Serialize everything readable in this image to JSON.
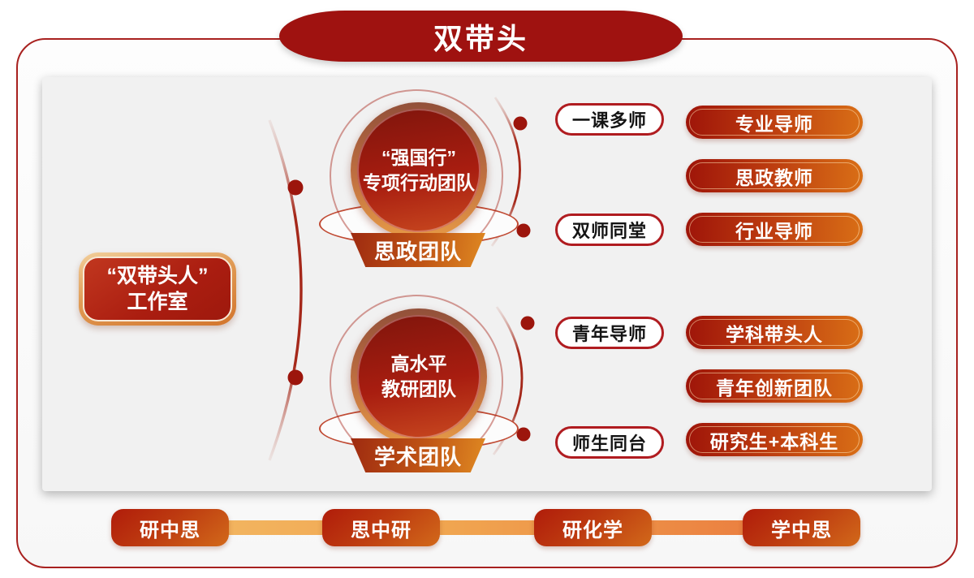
{
  "header": {
    "title": "双带头"
  },
  "studio": {
    "line1": "“双带头人”",
    "line2": "工作室"
  },
  "teams": [
    {
      "name_line1": "“强国行”",
      "name_line2": "专项行动团队",
      "tag": "思政团队"
    },
    {
      "name_line1": "高水平",
      "name_line2": "教研团队",
      "tag": "学术团队"
    }
  ],
  "modes": [
    "一课多师",
    "双师同堂",
    "青年导师",
    "师生同台"
  ],
  "roles": [
    "专业导师",
    "思政教师",
    "行业导师",
    "学科带头人",
    "青年创新团队",
    "研究生+本科生"
  ],
  "flow": [
    "研中思",
    "思中研",
    "研化学",
    "学中思"
  ],
  "colors": {
    "banner_red": "#9f1210",
    "card_border_red": "#a8211f",
    "circle_deep_red": "#a81d10",
    "ring_copper": "#c07040",
    "ring_orange": "#e69a47",
    "tag_orange": "#d2691a",
    "pill_border_red": "#b01c20",
    "role_pill_red": "#9e1409",
    "role_pill_orange": "#d96f16",
    "flow_line_amber": "#f3b863",
    "flow_line_orange": "#ea7a3e",
    "arc_red": "#a5281a",
    "panel_gray": "#f1f1f1",
    "studio_gold": "#e09a54"
  }
}
